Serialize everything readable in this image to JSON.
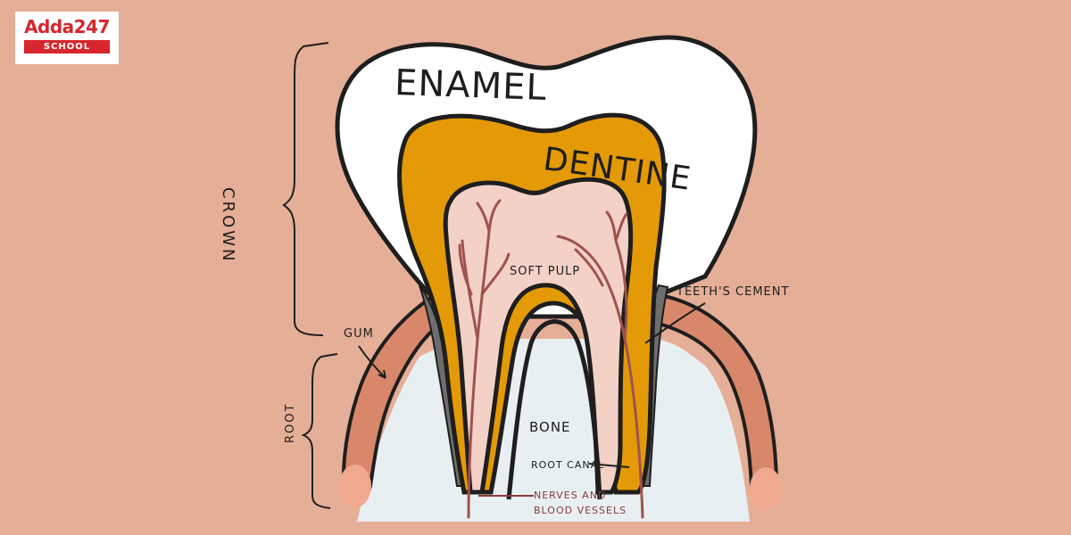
{
  "brand": {
    "name": "Adda247",
    "sub": "SCHOOL",
    "color": "#d7262d"
  },
  "labels": {
    "enamel": "ENAMEL",
    "dentine": "DENTINE",
    "soft_pulp": "SOFT PULP",
    "crown": "CROWN",
    "root": "ROOT",
    "gum": "GUM",
    "cement": "TEETH'S CEMENT",
    "bone": "BONE",
    "root_canal": "ROOT CANAL",
    "nerves_line1": "NERVES AND",
    "nerves_line2": "BLOOD VESSELS"
  },
  "colors": {
    "background": "#e5ae97",
    "enamel": "#ffffff",
    "dentine": "#e49a07",
    "pulp": "#f3d1c6",
    "gum": "#d9876b",
    "bone": "#e8eff2",
    "cement": "#6e6e6e",
    "vessels": "#a0524d"
  }
}
